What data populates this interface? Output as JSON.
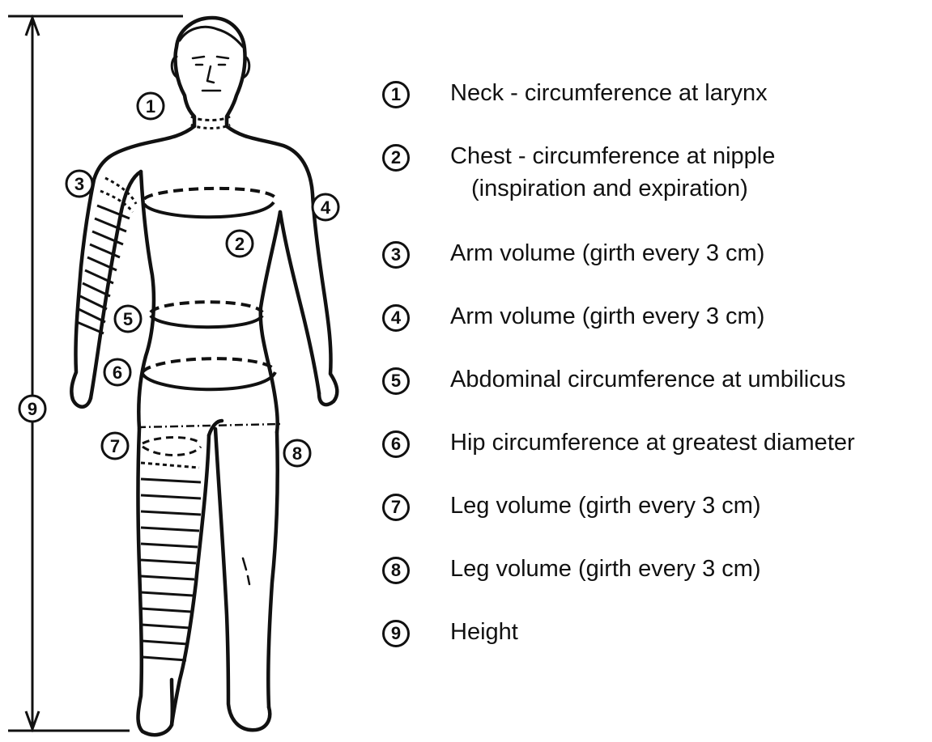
{
  "figure": {
    "callouts": [
      {
        "id": "1",
        "target": "neck"
      },
      {
        "id": "2",
        "target": "chest"
      },
      {
        "id": "3",
        "target": "right-arm"
      },
      {
        "id": "4",
        "target": "left-arm"
      },
      {
        "id": "5",
        "target": "waist"
      },
      {
        "id": "6",
        "target": "hip"
      },
      {
        "id": "7",
        "target": "right-leg"
      },
      {
        "id": "8",
        "target": "left-leg"
      },
      {
        "id": "9",
        "target": "height"
      }
    ],
    "line_color": "#111111",
    "background_color": "#ffffff"
  },
  "legend": {
    "items": [
      {
        "number": "1",
        "label": "Neck - circumference at larynx"
      },
      {
        "number": "2",
        "label": "Chest - circumference at nipple",
        "sublabel": "(inspiration and expiration)"
      },
      {
        "number": "3",
        "label": "Arm volume (girth every 3 cm)"
      },
      {
        "number": "4",
        "label": "Arm volume (girth every 3 cm)"
      },
      {
        "number": "5",
        "label": "Abdominal circumference at umbilicus"
      },
      {
        "number": "6",
        "label": "Hip circumference at greatest diameter"
      },
      {
        "number": "7",
        "label": "Leg volume (girth every 3 cm)"
      },
      {
        "number": "8",
        "label": "Leg volume (girth every 3 cm)"
      },
      {
        "number": "9",
        "label": "Height"
      }
    ]
  }
}
